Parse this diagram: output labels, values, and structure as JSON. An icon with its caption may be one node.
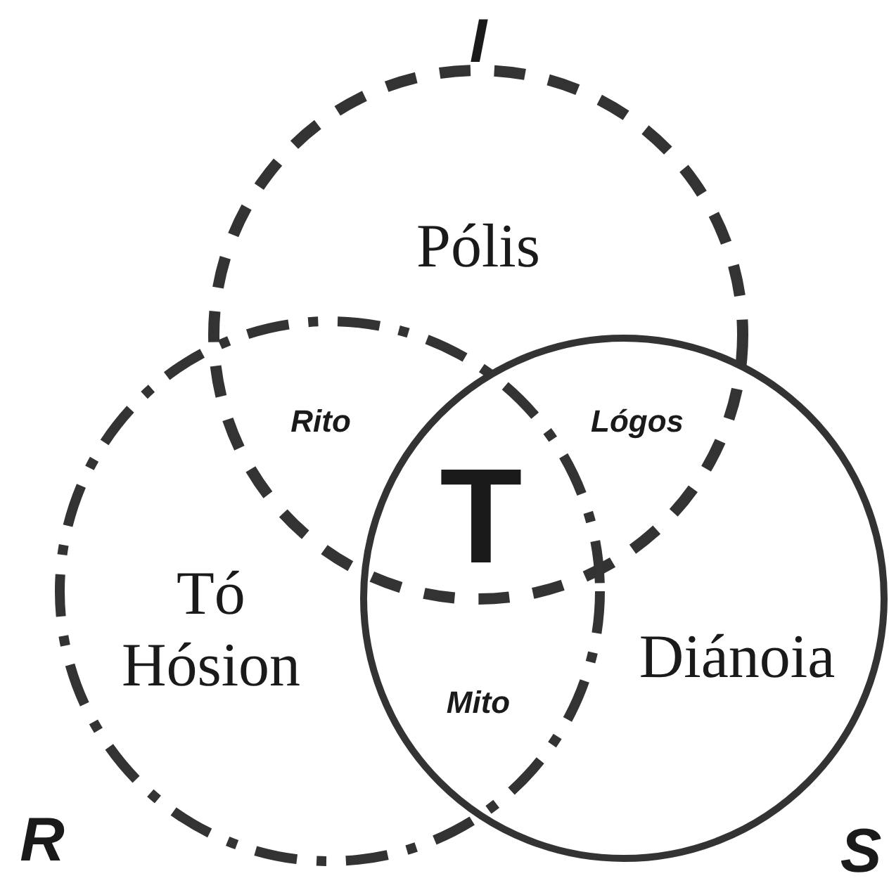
{
  "diagram": {
    "nodes": [
      {
        "text": [
          "Pólis"
        ]
      },
      {
        "text": [
          "Tó Hósion"
        ]
      },
      {
        "text": [
          "Diánoia"
        ]
      }
    ],
    "labels": [
      "I",
      "Rito",
      "Lógos",
      "T",
      "Mito",
      "R",
      "S"
    ]
  }
}
